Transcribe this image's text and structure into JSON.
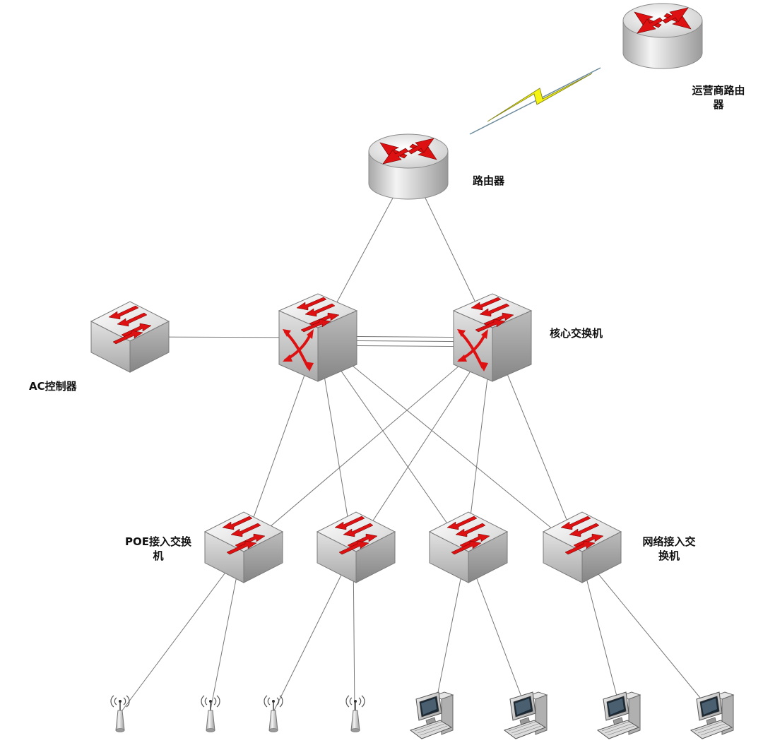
{
  "labels": {
    "isp_router_line1": "运营商路由",
    "isp_router_line2": "器",
    "router": "路由器",
    "core_switch": "核心交换机",
    "ac_controller": "AC控制器",
    "poe_switch_line1": "POE接入交换",
    "poe_switch_line2": "机",
    "network_switch_line1": "网络接入交",
    "network_switch_line2": "换机"
  },
  "colors": {
    "arrow_red": "#dd1111",
    "lightning_yellow": "#f5f511",
    "device_gray": "#cfcfcf",
    "link_gray": "#777777"
  },
  "icons": [
    "router-icon",
    "switch-icon",
    "core-switch-icon",
    "access-point-icon",
    "computer-icon",
    "wireless-link-icon"
  ]
}
